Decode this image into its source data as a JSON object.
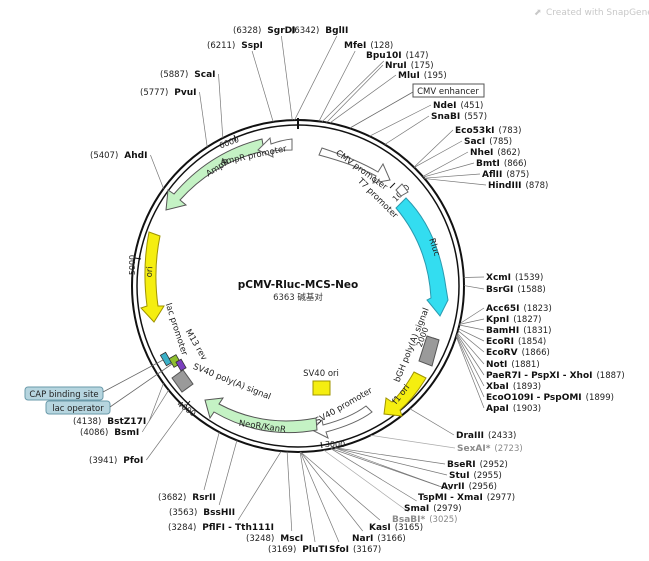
{
  "watermark": "Created with SnapGene®",
  "plasmid": {
    "name": "pCMV-Rluc-MCS-Neo",
    "size_text": "6363 碱基对",
    "length": 6363
  },
  "ticks": [
    "1000",
    "2000",
    "3000",
    "4000",
    "5000",
    "6000"
  ],
  "colors": {
    "cyan": "#33ddf0",
    "yellow": "#f5ee10",
    "green": "#c4f2c4",
    "grey": "#9a9a9a",
    "white_feature": "#ffffff",
    "callout_box": "#b6d5df"
  },
  "sites": [
    {
      "name": "SgrDI",
      "pos": "(6328)"
    },
    {
      "name": "BglII",
      "pos": "(6342)"
    },
    {
      "name": "SspI",
      "pos": "(6211)"
    },
    {
      "name": "MfeI",
      "pos": "(128)"
    },
    {
      "name": "Bpu10I",
      "pos": "(147)"
    },
    {
      "name": "NruI",
      "pos": "(175)"
    },
    {
      "name": "MluI",
      "pos": "(195)"
    },
    {
      "name": "ScaI",
      "pos": "(5887)"
    },
    {
      "name": "PvuI",
      "pos": "(5777)"
    },
    {
      "name": "NdeI",
      "pos": "(451)"
    },
    {
      "name": "SnaBI",
      "pos": "(557)"
    },
    {
      "name": "Eco53kI",
      "pos": "(783)"
    },
    {
      "name": "SacI",
      "pos": "(785)"
    },
    {
      "name": "NheI",
      "pos": "(862)"
    },
    {
      "name": "BmtI",
      "pos": "(866)"
    },
    {
      "name": "AflII",
      "pos": "(875)"
    },
    {
      "name": "HindIII",
      "pos": "(878)"
    },
    {
      "name": "AhdI",
      "pos": "(5407)"
    },
    {
      "name": "XcmI",
      "pos": "(1539)"
    },
    {
      "name": "BsrGI",
      "pos": "(1588)"
    },
    {
      "name": "Acc65I",
      "pos": "(1823)"
    },
    {
      "name": "KpnI",
      "pos": "(1827)"
    },
    {
      "name": "BamHI",
      "pos": "(1831)"
    },
    {
      "name": "EcoRI",
      "pos": "(1854)"
    },
    {
      "name": "EcoRV",
      "pos": "(1866)"
    },
    {
      "name": "NotI",
      "pos": "(1881)"
    },
    {
      "name": "PaeR7I - PspXI - XhoI",
      "pos": "(1887)"
    },
    {
      "name": "XbaI",
      "pos": "(1893)"
    },
    {
      "name": "EcoO109I - PspOMI",
      "pos": "(1899)"
    },
    {
      "name": "ApaI",
      "pos": "(1903)"
    },
    {
      "name": "BstZ17I",
      "pos": "(4138)"
    },
    {
      "name": "BsmI",
      "pos": "(4086)"
    },
    {
      "name": "PfoI",
      "pos": "(3941)"
    },
    {
      "name": "DraIII",
      "pos": "(2433)"
    },
    {
      "name": "SexAI*",
      "pos": "(2723)"
    },
    {
      "name": "BseRI",
      "pos": "(2952)"
    },
    {
      "name": "StuI",
      "pos": "(2955)"
    },
    {
      "name": "AvrII",
      "pos": "(2956)"
    },
    {
      "name": "TspMI - XmaI",
      "pos": "(2977)"
    },
    {
      "name": "SmaI",
      "pos": "(2979)"
    },
    {
      "name": "BsaBI*",
      "pos": "(3025)"
    },
    {
      "name": "RsrII",
      "pos": "(3682)"
    },
    {
      "name": "BssHII",
      "pos": "(3563)"
    },
    {
      "name": "PflFI - Tth111I",
      "pos": "(3284)"
    },
    {
      "name": "MscI",
      "pos": "(3248)"
    },
    {
      "name": "PluTI",
      "pos": "(3169)"
    },
    {
      "name": "SfoI",
      "pos": "(3167)"
    },
    {
      "name": "NarI",
      "pos": "(3166)"
    },
    {
      "name": "KasI",
      "pos": "(3165)"
    }
  ],
  "features": {
    "cmv_enhancer": "CMV enhancer",
    "cmv_promoter": "CMV promoter",
    "t7_promoter": "T7 promoter",
    "rluc": "Rluc",
    "bgh_polya": "bGH poly(A) signal",
    "f1_ori": "f1 ori",
    "sv40_promoter": "SV40 promoter",
    "sv40_ori": "SV40 ori",
    "neor_kanr": "NeoR/KanR",
    "sv40_polya": "SV40 poly(A) signal",
    "m13_rev": "M13 rev",
    "lac_promoter": "lac promoter",
    "ori": "ori",
    "ampr": "AmpR",
    "ampr_promoter": "AmpR promoter",
    "cap_binding_site": "CAP binding site",
    "lac_operator": "lac operator"
  }
}
